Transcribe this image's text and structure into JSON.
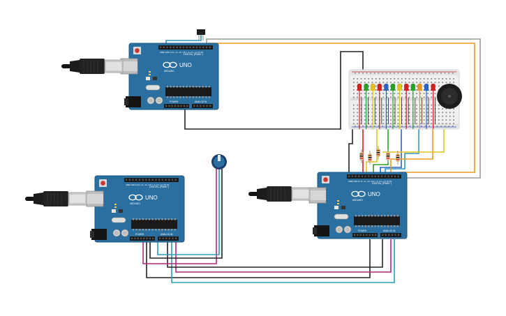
{
  "boards": [
    {
      "id": "top",
      "model": "UNO",
      "brand": "ARDUINO",
      "header_digital": "DIGITAL (PWM~)",
      "header_power": "POWER",
      "header_analog": "ANALOG IN"
    },
    {
      "id": "left",
      "model": "UNO",
      "brand": "ARDUINO",
      "header_digital": "DIGITAL (PWM~)",
      "header_power": "POWER",
      "header_analog": "ANALOG IN"
    },
    {
      "id": "right",
      "model": "UNO",
      "brand": "ARDUINO",
      "header_digital": "DIGITAL (PWM~)",
      "header_power": "POWER",
      "header_analog": "ANALOG IN"
    }
  ],
  "components": {
    "usb_cables": 3,
    "breadboard": "mini breadboard",
    "leds": 12,
    "resistors": 5,
    "buzzer": "piezo",
    "potentiometer": "rotary",
    "sensor": "top sensor"
  },
  "colors": {
    "board": "#2a6fa0",
    "wire_black": "#222222",
    "wire_gray": "#9a9a9a",
    "wire_orange": "#e89a1c",
    "wire_teal": "#2a9bb8",
    "wire_magenta": "#b0267e",
    "wire_red": "#d22020",
    "wire_green": "#2aa02a",
    "wire_yellow": "#e6c21a",
    "wire_blue": "#2a62c8"
  }
}
